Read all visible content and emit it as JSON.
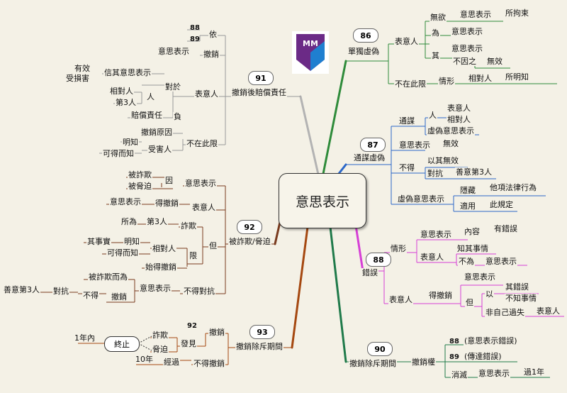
{
  "central": "意思表示",
  "badges": {
    "b86": "86",
    "b87": "87",
    "b88": "88",
    "b90": "90",
    "b91": "91",
    "b92": "92",
    "b93": "93"
  },
  "nums": {
    "n88": "88",
    "n89": "89",
    "n92": "92",
    "n88b": "88",
    "n89b": "89"
  },
  "logo_text": "MM",
  "b86": {
    "title": "單獨虛偽",
    "a": "表意人",
    "a1": "無欲",
    "a1a": "意思表示",
    "a1b": "所拘束",
    "a2": "為",
    "a2a": "意思表示",
    "a3": "其",
    "a3a": "意思表示",
    "a3b": "不因之",
    "a3c": "無效",
    "b": "不在此限",
    "b1": "情形",
    "b2": "相對人",
    "b3": "所明知"
  },
  "b87": {
    "title": "通謀虛偽",
    "a": "通謀",
    "a1": "人",
    "a1a": "表意人",
    "a1b": "相對人",
    "a2": "虛偽意思表示",
    "b": "意思表示",
    "b1": "無效",
    "c": "不得",
    "c1": "以其無效",
    "c2": "對抗",
    "c3": "善意第3人",
    "d": "虛偽意思表示",
    "d1": "隱藏",
    "d1a": "他項法律行為",
    "d2": "適用",
    "d2a": "此規定"
  },
  "b88": {
    "title": "錯誤",
    "a": "情形",
    "a1": "意思表示",
    "a1a": "內容",
    "a1b": "有錯誤",
    "a2": "表意人",
    "a2a": "知其事情",
    "a2b": "不為",
    "a2c": "意思表示",
    "b": "表意人",
    "b1": "得撤銷",
    "b2": "意思表示",
    "b3": "但",
    "b4": "以",
    "b4a": "其錯誤",
    "b4b": "不知事情",
    "b5": "非自己過失",
    "b6": "表意人"
  },
  "b90": {
    "title": "撤銷除斥期間",
    "a": "撤銷權",
    "a1": "(意思表示錯誤)",
    "a2": "(傳達錯誤)",
    "a3": "消滅",
    "a3a": "意思表示",
    "a3b": "過1年"
  },
  "b91": {
    "title": "撤銷後賠償責任",
    "a": "依",
    "b": "撤銷",
    "b1": "意思表示",
    "c": "表意人",
    "c1": "對於",
    "c2": "信其意思表示",
    "c3": "有效",
    "c4": "受損害",
    "c5": "人",
    "c6": "相對人",
    "c7": "第3人",
    "c8": "負",
    "c9": "賠償責任",
    "d": "不在此限",
    "d1": "撤銷原因",
    "d2": "受害人",
    "d3": "明知",
    "d4": "可得而知"
  },
  "b92": {
    "title": "被詐欺/脅迫",
    "a": "意思表示",
    "a1": "因",
    "a2": "被詐欺",
    "a3": "被脅迫",
    "b": "表意人",
    "b1": "得撤銷",
    "b2": "意思表示",
    "c": "但",
    "c1": "詐欺",
    "c2": "第3人",
    "c3": "所為",
    "c4": "限",
    "c5": "相對人",
    "c6": "明知",
    "c7": "其事實",
    "c8": "可得而知",
    "c9": "始得撤銷",
    "d": "不得對抗",
    "d1": "意思表示",
    "d2": "撤銷",
    "d3": "被詐欺而為",
    "d4": "不得",
    "d5": "對抗",
    "d6": "善意第3人"
  },
  "b93": {
    "title": "撤銷除斥期間",
    "a": "撤銷",
    "a1": "發見",
    "a2": "詐欺",
    "a3": "脅迫",
    "a4": "終止",
    "a5": "1年內",
    "b": "不得撤銷",
    "b1": "經過",
    "b2": "10年"
  }
}
